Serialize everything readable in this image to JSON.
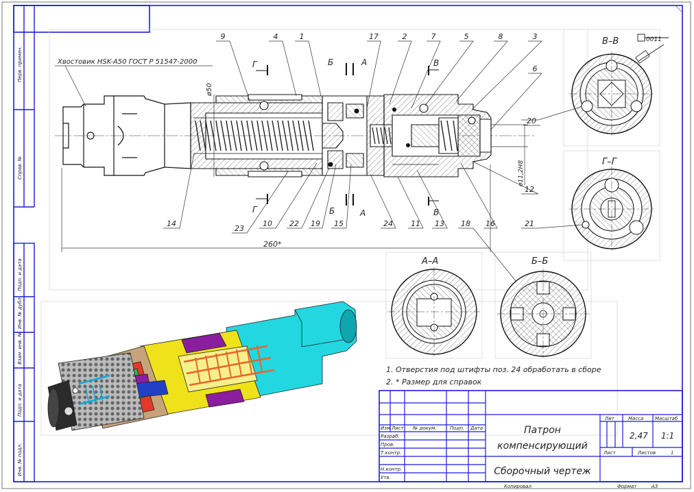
{
  "drawing": {
    "shank_label": "Хвостовик HSK-A50 ГОСТ Р 51547-2000",
    "diameter_50": "ø50",
    "diameter_112": "ø11,2H8",
    "overall_length": "260*",
    "callouts_top": [
      "9",
      "4",
      "1",
      "17",
      "2",
      "7",
      "5",
      "8",
      "3",
      "6"
    ],
    "callouts_right": [
      "20",
      "12",
      "21"
    ],
    "callouts_bottom": [
      "14",
      "23",
      "10",
      "22",
      "19",
      "15",
      "24",
      "11",
      "13",
      "18",
      "16"
    ],
    "section_marks": {
      "g": "Г",
      "b": "Б",
      "a": "А",
      "v": "В"
    }
  },
  "sections": {
    "vv_title": "В–В",
    "gg_title": "Г–Г",
    "aa_title": "А–А",
    "bb_title": "Б–Б",
    "tolerance": "0011"
  },
  "notes": [
    "1. Отверстия под штифты поз. 24 обработать в сборе",
    "2. * Размер для справок"
  ],
  "title_block": {
    "name_line1": "Патрон",
    "name_line2": "компенсирующий",
    "doc_type": "Сборочный чертеж",
    "headers": {
      "izm": "Изм",
      "list": "Лист",
      "doc_no": "№ докум.",
      "sign": "Подп.",
      "date": "Дата"
    },
    "roles": [
      "Разраб.",
      "Пров.",
      "Т.контр.",
      "Н.контр.",
      "Утв."
    ],
    "lit_label": "Лит",
    "mass_label": "Масса",
    "scale_label": "Масштаб",
    "mass_value": "2,47",
    "scale_value": "1:1",
    "sheet_label": "Лист",
    "sheets_label": "Листов",
    "sheets_value": "1",
    "copied": "Копировал",
    "format_label": "Формат",
    "format_value": "А3"
  },
  "side_labels": [
    "Перв. примен.",
    "Справ. №",
    "Подп. и дата",
    "Инв. № дубл.",
    "Взам. инв. №",
    "Подп. и дата",
    "Инв. № подл."
  ]
}
